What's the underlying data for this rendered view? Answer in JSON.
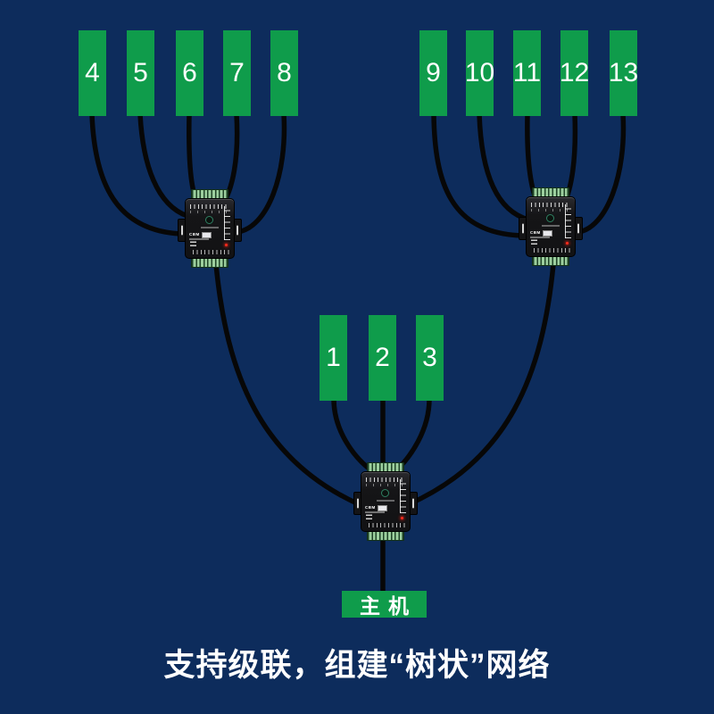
{
  "page": {
    "background_color": "#0d2c5c",
    "caption": "支持级联，组建“树状”网络"
  },
  "colors": {
    "page_bg": "#0d2c5c",
    "node_green": "#0f9c4b",
    "cable_black": "#070707",
    "text_white": "#ffffff",
    "terminal_strip_green": "#9ccf9e",
    "device_body_black": "#19191b",
    "led_red": "#ff2b1c"
  },
  "groups": {
    "left": {
      "labels": [
        "4",
        "5",
        "6",
        "7",
        "8"
      ]
    },
    "right": {
      "labels": [
        "9",
        "10",
        "11",
        "12",
        "13"
      ]
    },
    "middle": {
      "labels": [
        "1",
        "2",
        "3"
      ]
    }
  },
  "host": {
    "label": "主机"
  },
  "device": {
    "label_text": "CBM"
  }
}
